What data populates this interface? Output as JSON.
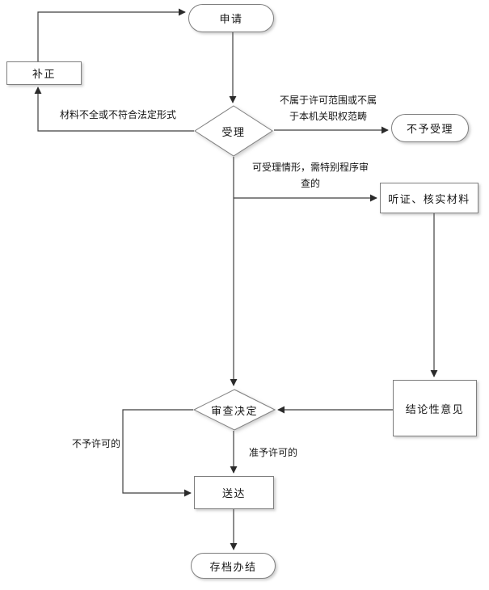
{
  "diagram": {
    "nodes": {
      "apply": "申请",
      "correction": "补正",
      "accept": "受理",
      "not_accept": "不予受理",
      "hearing": "听证、核实材料",
      "conclusion": "结论性意见",
      "decision": "审查决定",
      "deliver": "送达",
      "archive": "存档办结"
    },
    "edge_labels": {
      "materials_incomplete": "材料不全或不符合法定形式",
      "not_in_scope_1": "不属于许可范围或不属",
      "not_in_scope_2": "于本机关职权范畴",
      "special_procedure_1": "可受理情形，需特别程序审",
      "special_procedure_2": "查的",
      "not_permitted": "不予许可的",
      "permitted": "准予许可的"
    },
    "colors": {
      "line": "#3f3f3f",
      "node_border": "#7f7f7f",
      "node_fill": "#ffffff",
      "text": "#141414"
    }
  }
}
